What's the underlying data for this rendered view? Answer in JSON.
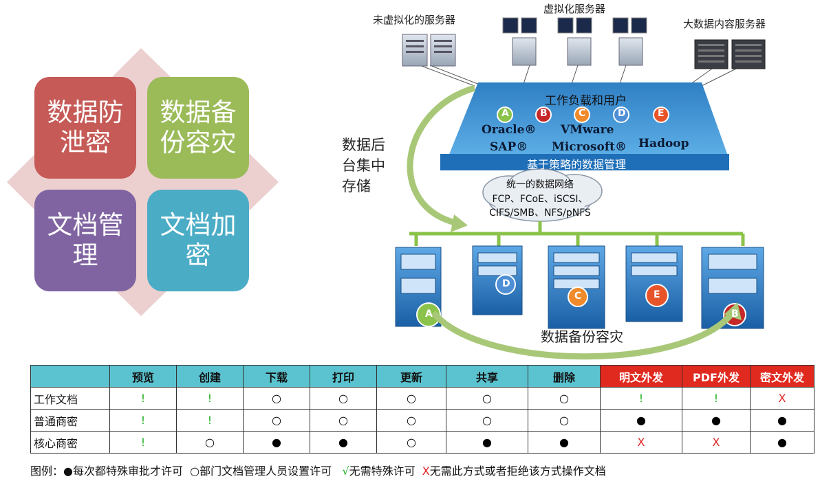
{
  "quadrant": {
    "top_left": "数据防泄密",
    "top_right": "数据备份容灾",
    "bottom_left": "文档管理",
    "bottom_right": "文档加密",
    "colors": {
      "top_left": "#c55a56",
      "top_right": "#9bbb59",
      "bottom_left": "#8064a2",
      "bottom_right": "#4bacc6",
      "diamond": "#e8c9c9"
    }
  },
  "diagram": {
    "label_unvirtualized": "未虚拟化的服务器",
    "label_virtualized": "虚拟化服务器",
    "label_bigdata": "大数据内容服务器",
    "workload_title": "工作负载和用户",
    "badges": [
      "A",
      "B",
      "C",
      "D",
      "E"
    ],
    "vendors": {
      "oracle": "Oracle®",
      "vmware": "VMware",
      "sap": "SAP®",
      "microsoft": "Microsoft®",
      "hadoop": "Hadoop"
    },
    "policy": "基于策略的数据管理",
    "side_label": "数据后台集中存储",
    "network": {
      "title": "统一的数据网络",
      "line1": "FCP、FCoE、iSCSI、",
      "line2": "CIFS/SMB、NFS/pNFS"
    },
    "storage_badges": [
      "A",
      "D",
      "C",
      "E",
      "B"
    ],
    "backup_label": "数据备份容灾"
  },
  "table": {
    "headers": [
      "预览",
      "创建",
      "下载",
      "打印",
      "更新",
      "共享",
      "删除",
      "明文外发",
      "PDF外发",
      "密文外发"
    ],
    "rows": [
      {
        "name": "工作文档",
        "cells": [
          "!",
          "!",
          "○",
          "○",
          "○",
          "○",
          "○",
          "!",
          "!",
          "X"
        ]
      },
      {
        "name": "普通商密",
        "cells": [
          "!",
          "!",
          "○",
          "○",
          "○",
          "○",
          "○",
          "●",
          "●",
          "●"
        ]
      },
      {
        "name": "核心商密",
        "cells": [
          "!",
          "○",
          "●",
          "●",
          "○",
          "●",
          "●",
          "X",
          "X",
          "●"
        ]
      }
    ]
  },
  "legend": {
    "prefix": "图例：",
    "item1": "●每次都特殊审批才许可",
    "item2": "○部门文档管理人员设置许可",
    "item3_mark": "√",
    "item3": "无需特殊许可",
    "item4_mark": "X",
    "item4": "无需此方式或者拒绝该方式操作文档"
  }
}
